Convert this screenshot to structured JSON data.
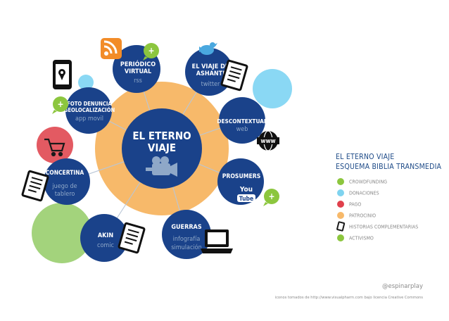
{
  "center": {
    "title_line1": "EL ETERNO",
    "title_line2": "VIAJE"
  },
  "nodes": {
    "periodico": {
      "title_line1": "PERIÓDICO",
      "title_line2": "VIRTUAL",
      "sub": "rss"
    },
    "viaje_ashanti": {
      "title_line1": "EL VIAJE DE",
      "title_line2": "ASHANTI",
      "sub": "twitter"
    },
    "foto_denuncia": {
      "title_line1": "FOTO DENUNCIA",
      "title_line2": "GEOLOCALIZACIÓN",
      "sub": "app movil"
    },
    "descontextual": {
      "title_line1": "DESCONTEXTUAL",
      "sub": "web"
    },
    "concertina": {
      "title_line1": "CONCERTINA",
      "sub_line1": "juego de",
      "sub_line2": "tablero"
    },
    "prosumers": {
      "title_line1": "PROSUMERS"
    },
    "akin": {
      "title_line1": "AKIN",
      "sub": "comic"
    },
    "guerras": {
      "title_line1": "GUERRAS",
      "sub_line1": "infografía",
      "sub_line2": "simulación"
    }
  },
  "icons": {
    "youtube_you": "You",
    "youtube_tube": "Tube",
    "www": "www",
    "plus": "+"
  },
  "legend": {
    "title_line1": "EL ETERNO VIAJE",
    "title_line2": "ESQUEMA BIBLIA TRANSMEDIA",
    "items": [
      {
        "label": "CROWDFUNDING",
        "color": "#8cc63e"
      },
      {
        "label": "DONACIONES",
        "color": "#7fd3ef"
      },
      {
        "label": "PAGO",
        "color": "#e0404c"
      },
      {
        "label": "PATROCINIO",
        "color": "#f7b96a"
      },
      {
        "label": "HISTORIAS COMPLEMENTARIAS",
        "color": "#1a1a1a"
      },
      {
        "label": "ACTIVISMO",
        "color": "#8cc63e"
      }
    ]
  },
  "footer": {
    "handle": "@espinarplay",
    "credit": "iconos tomados de http://www.visualpharm.com bajo licencia Creative Commons"
  },
  "colors": {
    "navy": "#1a428a",
    "orange": "#f7b96a",
    "light_blue": "#8ad8f4",
    "green": "#8cc63e",
    "red": "#e0404c",
    "rss_orange": "#f28c28",
    "twitter_blue": "#4aa8df"
  }
}
